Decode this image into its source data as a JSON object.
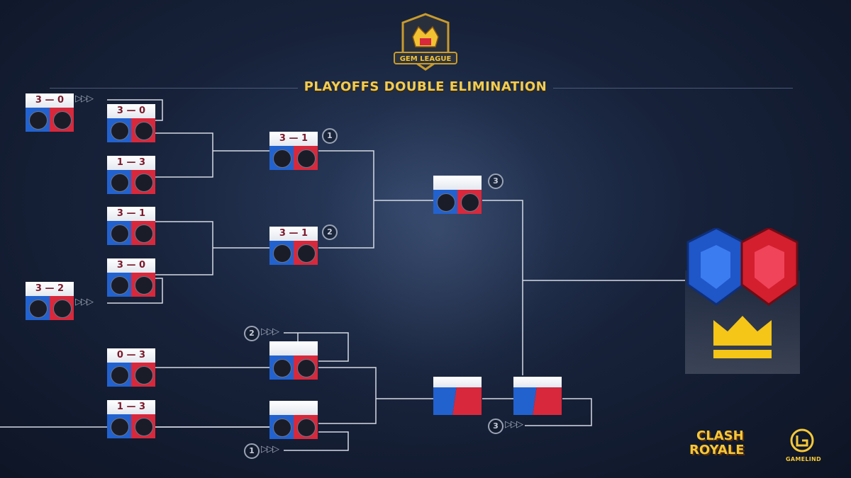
{
  "header": {
    "logo_text": "GEM LEAGUE",
    "title": "PLAYOFFS DOUBLE ELIMINATION"
  },
  "matches": [
    {
      "id": "r0-top",
      "score": "3 — 0"
    },
    {
      "id": "r1-m1",
      "score": "3 — 0"
    },
    {
      "id": "r1-m2",
      "score": "1 — 3"
    },
    {
      "id": "r1-m3",
      "score": "3 — 1"
    },
    {
      "id": "r1-m4",
      "score": "3 — 0"
    },
    {
      "id": "r0-bottom",
      "score": "3 — 2"
    },
    {
      "id": "r2-m1",
      "score": "3 — 1"
    },
    {
      "id": "r2-m2",
      "score": "3 — 1"
    },
    {
      "id": "lb-m1",
      "score": "0 — 3"
    },
    {
      "id": "lb-m2",
      "score": "1 — 3"
    }
  ],
  "badges": {
    "b1": "1",
    "b2": "2",
    "b3": "3",
    "lb2": "2",
    "lb1": "1",
    "lb3": "3"
  },
  "brands": {
    "clash_royale_line1": "CLASH",
    "clash_royale_line2": "ROYALE",
    "gamelind": "GAMELIND"
  },
  "colors": {
    "gold": "#f2cc52",
    "team_blue": "#2262cf",
    "team_red": "#d8283c",
    "score_text": "#7a1a2c"
  }
}
